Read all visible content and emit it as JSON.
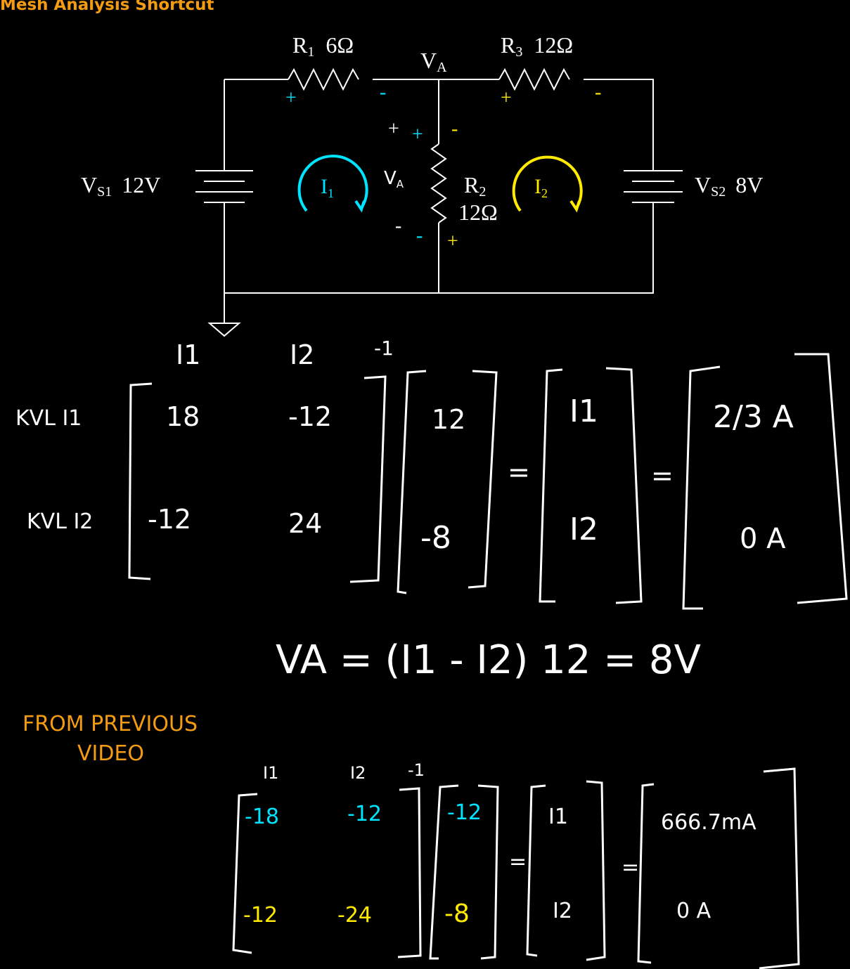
{
  "title": "Mesh Analysis Shortcut",
  "colors": {
    "background": "#000000",
    "title": "#f39c12",
    "wire": "#ffffff",
    "mesh1": "#00e5ff",
    "mesh2": "#ffea00",
    "note": "#f39c12"
  },
  "circuit": {
    "r1": {
      "name": "R",
      "sub": "1",
      "value": "6Ω"
    },
    "r2": {
      "name": "R",
      "sub": "2",
      "value": "12Ω"
    },
    "r3": {
      "name": "R",
      "sub": "3",
      "value": "12Ω"
    },
    "node": {
      "name": "V",
      "sub": "A"
    },
    "vs1": {
      "name": "V",
      "sub": "S1",
      "value": "12V"
    },
    "vs2": {
      "name": "V",
      "sub": "S2",
      "value": "8V"
    },
    "mesh1": {
      "name": "I",
      "sub": "1"
    },
    "mesh2": {
      "name": "I",
      "sub": "2"
    },
    "plus": "+",
    "minus": "-",
    "va_label": "V",
    "va_sub": "A"
  },
  "matrix1": {
    "col_headers": [
      "I1",
      "I2",
      "-1"
    ],
    "row_headers": [
      "KVL I1",
      "KVL I2"
    ],
    "coef": [
      [
        "18",
        "-12"
      ],
      [
        "-12",
        "24"
      ]
    ],
    "sources": [
      "12",
      "-8"
    ],
    "unknowns": [
      "I1",
      "I2"
    ],
    "eq": "=",
    "results": [
      "2/3 A",
      "0 A"
    ]
  },
  "va_equation": "VA = (I1 - I2) 12 = 8V",
  "note": [
    "FROM PREVIOUS",
    "VIDEO"
  ],
  "matrix2": {
    "col_headers": [
      "I1",
      "I2",
      "-1"
    ],
    "coef": [
      [
        "-18",
        "-12"
      ],
      [
        "-12",
        "-24"
      ]
    ],
    "sources": [
      "-12",
      "-8"
    ],
    "unknowns": [
      "I1",
      "I2"
    ],
    "eq": "=",
    "results": [
      "666.7mA",
      "0 A"
    ]
  }
}
